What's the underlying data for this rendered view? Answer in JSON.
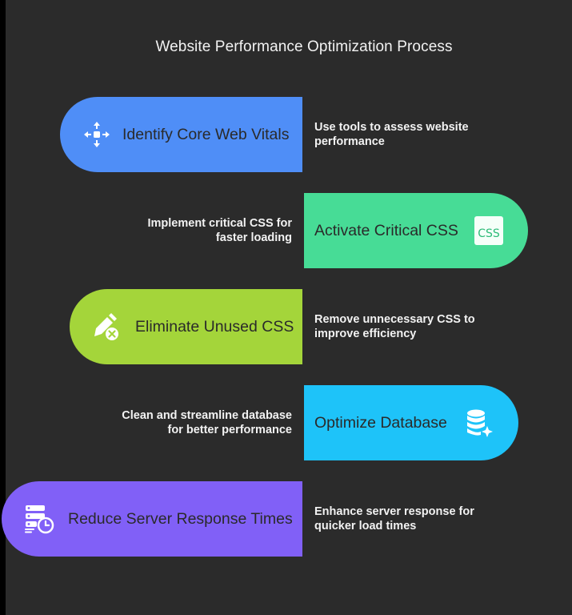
{
  "title": "Website Performance Optimization Process",
  "steps": [
    {
      "label": "Identify Core Web Vitals",
      "description": "Use tools to assess website performance",
      "color": "#4f8ef7",
      "icon": "arrows-center-icon"
    },
    {
      "label": "Activate Critical CSS",
      "description": "Implement critical CSS for faster loading",
      "color": "#47dc96",
      "icon": "css-file-icon",
      "icon_text": "CSS"
    },
    {
      "label": "Eliminate Unused CSS",
      "description": "Remove unnecessary CSS to improve efficiency",
      "color": "#a4d53a",
      "icon": "pen-remove-icon"
    },
    {
      "label": "Optimize Database",
      "description": "Clean and streamline database for better performance",
      "color": "#1ec3f9",
      "icon": "database-sparkle-icon"
    },
    {
      "label": "Reduce Server Response Times",
      "description": "Enhance server response for quicker load times",
      "color": "#8160f7",
      "icon": "server-clock-icon"
    }
  ]
}
